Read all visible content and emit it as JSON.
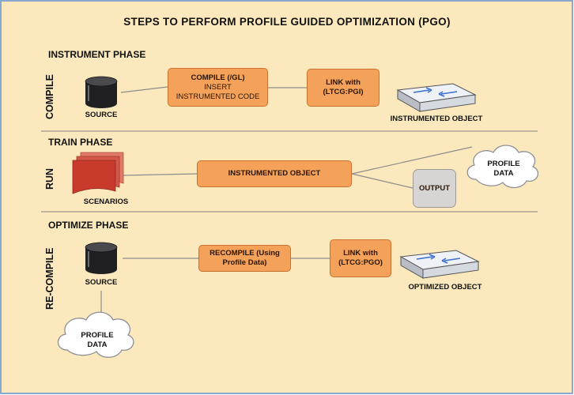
{
  "title": "STEPS TO PERFORM PROFILE GUIDED OPTIMIZATION (PGO)",
  "phases": {
    "instrument": {
      "heading": "INSTRUMENT PHASE",
      "side_label": "COMPILE",
      "source_label": "SOURCE",
      "compile_box": {
        "line1": "COMPILE (/GL)",
        "line2": "INSERT",
        "line3": "INSTRUMENTED CODE"
      },
      "link_box": {
        "line1": "LINK with",
        "line2": "(LTCG:PGI)"
      },
      "object_label": "INSTRUMENTED OBJECT"
    },
    "train": {
      "heading": "TRAIN PHASE",
      "side_label": "RUN",
      "scenarios_label": "SCENARIOS",
      "object_box": "INSTRUMENTED OBJECT",
      "profile_cloud": {
        "line1": "PROFILE",
        "line2": "DATA"
      },
      "output_box": "OUTPUT"
    },
    "optimize": {
      "heading": "OPTIMIZE PHASE",
      "side_label": "RE-COMPILE",
      "source_label": "SOURCE",
      "recompile_box": {
        "line1": "RECOMPILE (Using",
        "line2": "Profile Data)"
      },
      "link_box": {
        "line1": "LINK with",
        "line2": "(LTCG:PGO)"
      },
      "object_label": "OPTIMIZED OBJECT",
      "profile_cloud": {
        "line1": "PROFILE",
        "line2": "DATA"
      }
    }
  },
  "colors": {
    "background": "#fbe9bd",
    "frame": "#8aa8cf",
    "box_fill": "#f4a15a",
    "box_border": "#c8722d",
    "gray_box": "#d7d5d3",
    "scenario_red": "#c83a2c",
    "divider": "#9a9590",
    "connector": "#8c8c8c"
  }
}
